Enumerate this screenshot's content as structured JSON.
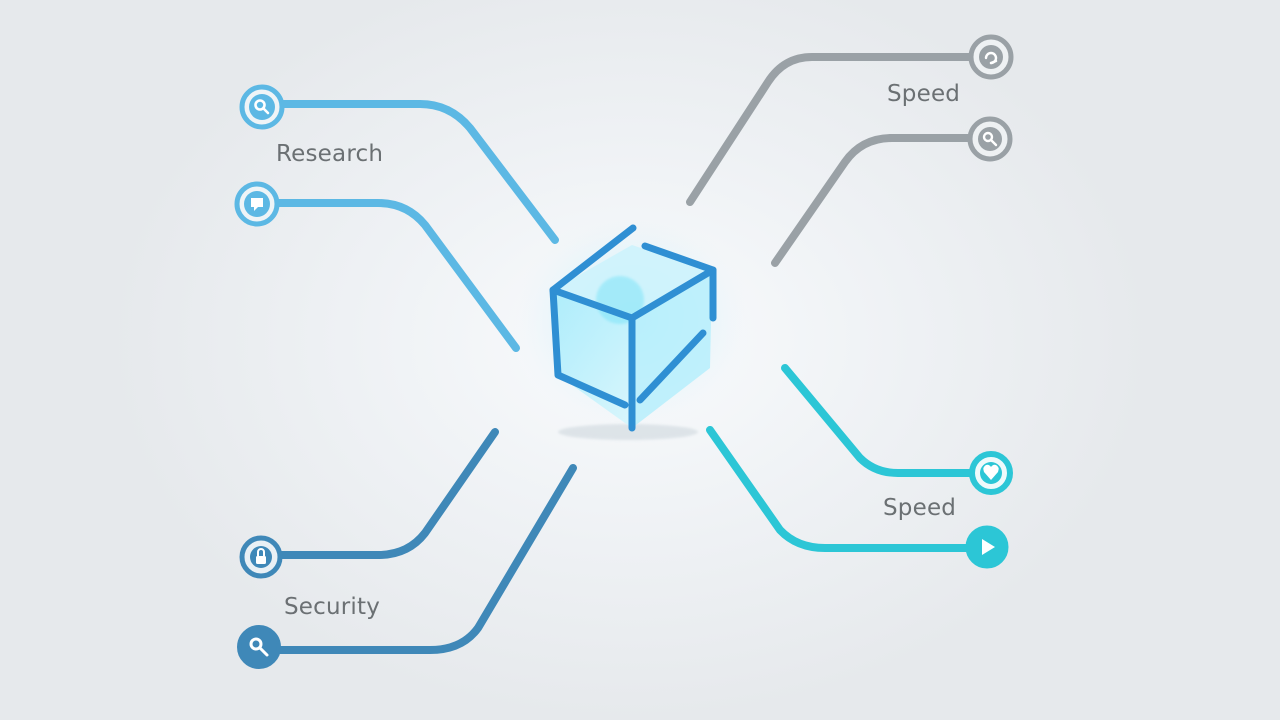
{
  "labels": {
    "research": "Research",
    "speed_top": "Speed",
    "speed_bottom": "Speed",
    "security": "Security"
  },
  "colors": {
    "light_blue": "#5cb8e4",
    "gray": "#9aa1a6",
    "dark_blue": "#3f88b8",
    "cyan": "#2cc6d6",
    "cube": "#2f8fd3",
    "label_text": "#6b7073"
  },
  "icons": {
    "research_node_1": "search-icon",
    "research_node_2": "chat-icon",
    "speed_node_1": "refresh-icon",
    "speed_node_2": "search-icon",
    "speed_node_3": "heart-icon",
    "speed_node_4": "play-icon",
    "security_node_1": "lock-icon",
    "security_node_2": "search-icon",
    "center": "cube-icon"
  }
}
